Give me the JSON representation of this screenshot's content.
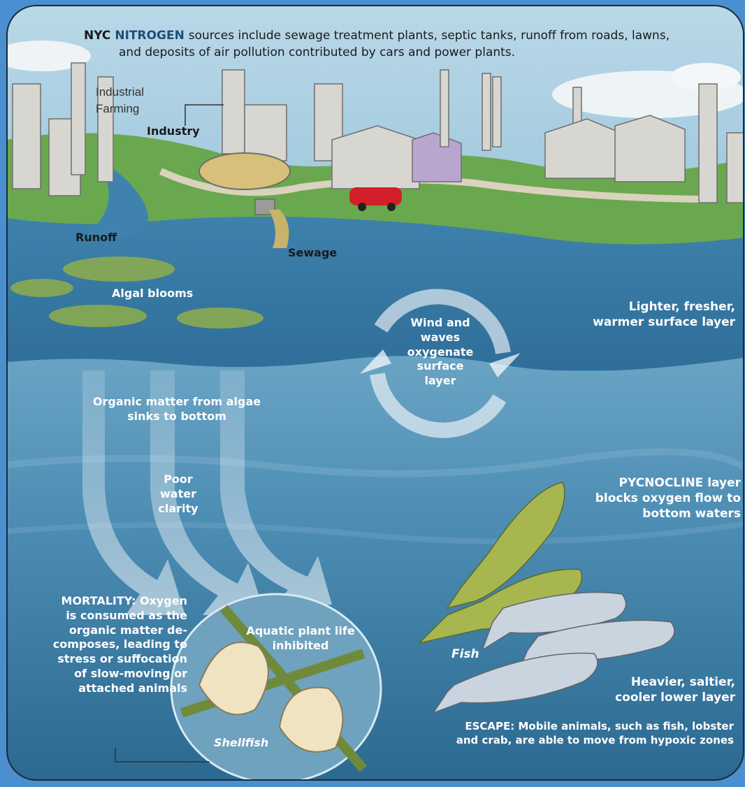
{
  "header": {
    "prefix": "NYC",
    "nitrogen_word": "NITROGEN",
    "line1_rest": "sources include sewage treatment plants, septic tanks, runoff from roads, lawns,",
    "line2": "and deposits of air pollution contributed by cars and power plants."
  },
  "labels": {
    "industrial_farming_1": "Industrial",
    "industrial_farming_2": "Farming",
    "industry": "Industry",
    "runoff": "Runoff",
    "sewage": "Sewage",
    "algal_blooms": "Algal blooms",
    "surface_layer_1": "Lighter, fresher,",
    "surface_layer_2": "warmer surface layer",
    "wind_1": "Wind and",
    "wind_2": "waves",
    "wind_3": "oxygenate",
    "wind_4": "surface",
    "wind_5": "layer",
    "organic_1": "Organic matter from algae",
    "organic_2": "sinks to bottom",
    "poor_1": "Poor",
    "poor_2": "water",
    "poor_3": "clarity",
    "pycno_word": "PYCNOCLINE",
    "pycno_1_rest": "layer",
    "pycno_2": "blocks oxygen flow to",
    "pycno_3": "bottom waters",
    "mortality_word": "MORTALITY:",
    "mortality_1_rest": "Oxygen",
    "mortality_2": "is consumed as the",
    "mortality_3": "organic matter de-",
    "mortality_4": "composes, leading to",
    "mortality_5": "stress or suffocation",
    "mortality_6": "of slow-moving or",
    "mortality_7": "attached animals",
    "aquatic_1": "Aquatic plant life",
    "aquatic_2": "inhibited",
    "shellfish": "Shellfish",
    "fish": "Fish",
    "lower_1": "Heavier, saltier,",
    "lower_2": "cooler lower layer",
    "escape_word": "ESCAPE:",
    "escape_1_rest": "Mobile animals, such as fish, lobster",
    "escape_2": "and crab, are able to move from hypoxic zones"
  },
  "colors": {
    "frame": "#4a90d0",
    "sky": "#a9cde0",
    "surface_water": "#3b7ea6",
    "deep_water": "#2e6e95",
    "land": "#6aa84f",
    "accent": "#ffe9a8"
  }
}
